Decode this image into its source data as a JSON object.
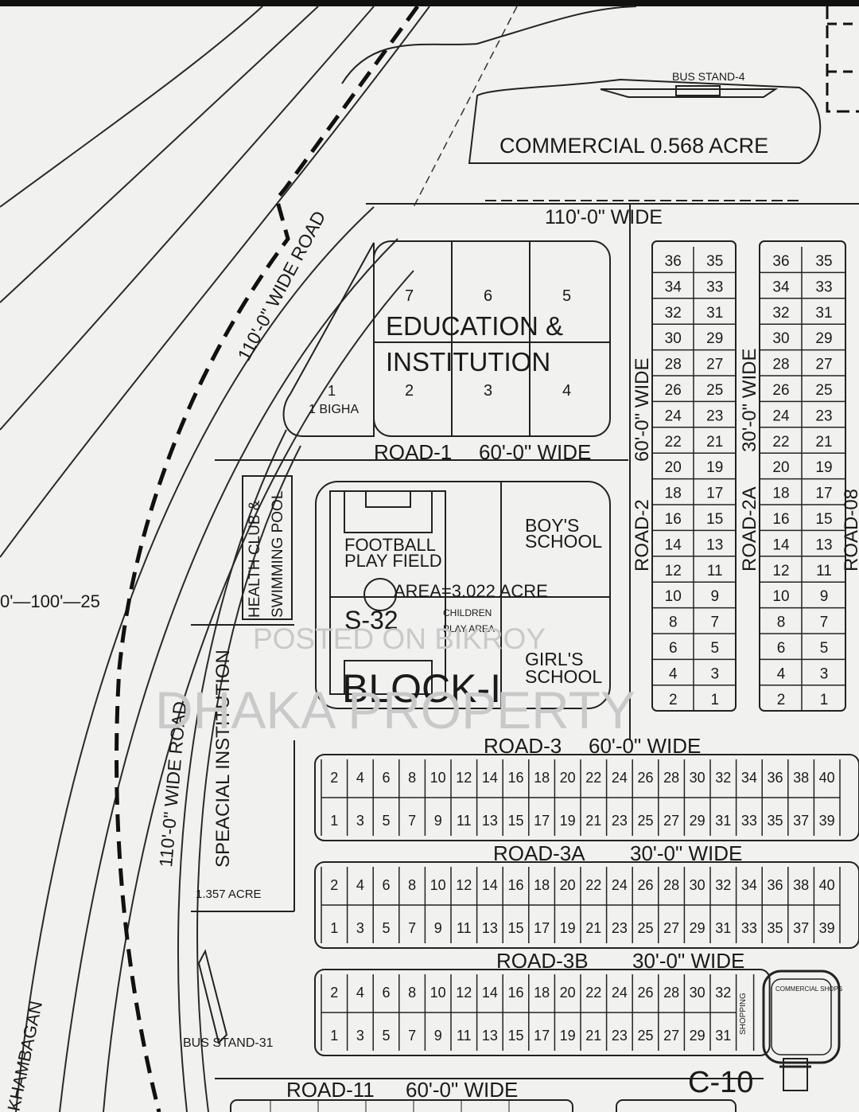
{
  "colors": {
    "background": "#f1f1f0",
    "line": "#1f1f1f",
    "watermark": "#c9c9c9"
  },
  "labels": {
    "bus_stand_4": "BUS STAND-4",
    "commercial": "COMMERCIAL 0.568 ACRE",
    "top_road": "110'-0\" WIDE",
    "diag_road": "110'-0\" WIDE ROAD",
    "left_road": "110'-0\" WIDE ROAD",
    "education_1": "EDUCATION &",
    "education_2": "INSTITUTION",
    "bigha": "1 BIGHA",
    "road1": "ROAD-1",
    "road1_w": "60'-0\" WIDE",
    "road2": "ROAD-2",
    "road2_w": "60'-0\" WIDE",
    "road2a": "ROAD-2A",
    "road2a_w": "30'-0\" WIDE",
    "road08": "ROAD-08",
    "health_1": "HEALTH CLUB &",
    "health_2": "SWIMMING POOL",
    "football_1": "FOOTBALL",
    "football_2": "PLAY FIELD",
    "area": "AREA=3.022 ACRE",
    "s32": "S-32",
    "children_1": "CHILDREN",
    "children_2": "PLAY AREA",
    "boys_1": "BOY'S",
    "boys_2": "SCHOOL",
    "girls_1": "GIRL'S",
    "girls_2": "SCHOOL",
    "block": "BLOCK-I",
    "dim": "0'—100'—25",
    "special": "SPEACIAL INSTITUTION",
    "acre": "1.357 ACRE",
    "road3": "ROAD-3",
    "road3_w": "60'-0\" WIDE",
    "road3a": "ROAD-3A",
    "road3a_w": "30'-0\" WIDE",
    "road3b": "ROAD-3B",
    "road3b_w": "30'-0\" WIDE",
    "bus_stand_31": "BUS STAND-31",
    "commercial_shops": "COMMERCIAL SHOPS",
    "c10": "C-10",
    "road11": "ROAD-11",
    "road11_w": "60'-0\" WIDE",
    "shopping": "SHOPPING",
    "kabanabag": "KHAMBAGAN"
  },
  "watermarks": {
    "posted": "POSTED ON BIKROY",
    "dhaka": "DHAKA PROPERTY"
  },
  "education_plots": {
    "top": [
      "7",
      "6",
      "5"
    ],
    "bottom": [
      "2",
      "3",
      "4"
    ],
    "corner": "1"
  },
  "column_a_plots": [
    [
      "36",
      "35"
    ],
    [
      "34",
      "33"
    ],
    [
      "32",
      "31"
    ],
    [
      "30",
      "29"
    ],
    [
      "28",
      "27"
    ],
    [
      "26",
      "25"
    ],
    [
      "24",
      "23"
    ],
    [
      "22",
      "21"
    ],
    [
      "20",
      "19"
    ],
    [
      "18",
      "17"
    ],
    [
      "16",
      "15"
    ],
    [
      "14",
      "13"
    ],
    [
      "12",
      "11"
    ],
    [
      "10",
      "9"
    ],
    [
      "8",
      "7"
    ],
    [
      "6",
      "5"
    ],
    [
      "4",
      "3"
    ],
    [
      "2",
      "1"
    ]
  ],
  "column_b_plots": [
    [
      "36",
      "35"
    ],
    [
      "34",
      "33"
    ],
    [
      "32",
      "31"
    ],
    [
      "30",
      "29"
    ],
    [
      "28",
      "27"
    ],
    [
      "26",
      "25"
    ],
    [
      "24",
      "23"
    ],
    [
      "22",
      "21"
    ],
    [
      "20",
      "19"
    ],
    [
      "18",
      "17"
    ],
    [
      "16",
      "15"
    ],
    [
      "14",
      "13"
    ],
    [
      "12",
      "11"
    ],
    [
      "10",
      "9"
    ],
    [
      "8",
      "7"
    ],
    [
      "6",
      "5"
    ],
    [
      "4",
      "3"
    ],
    [
      "2",
      "1"
    ]
  ],
  "row_blocks": [
    {
      "even": [
        "2",
        "4",
        "6",
        "8",
        "10",
        "12",
        "14",
        "16",
        "18",
        "20",
        "22",
        "24",
        "26",
        "28",
        "30",
        "32",
        "34",
        "36",
        "38",
        "40"
      ],
      "odd": [
        "1",
        "3",
        "5",
        "7",
        "9",
        "11",
        "13",
        "15",
        "17",
        "19",
        "21",
        "23",
        "25",
        "27",
        "29",
        "31",
        "33",
        "35",
        "37",
        "39"
      ]
    },
    {
      "even": [
        "2",
        "4",
        "6",
        "8",
        "10",
        "12",
        "14",
        "16",
        "18",
        "20",
        "22",
        "24",
        "26",
        "28",
        "30",
        "32",
        "34",
        "36",
        "38",
        "40"
      ],
      "odd": [
        "1",
        "3",
        "5",
        "7",
        "9",
        "11",
        "13",
        "15",
        "17",
        "19",
        "21",
        "23",
        "25",
        "27",
        "29",
        "31",
        "33",
        "35",
        "37",
        "39"
      ]
    },
    {
      "even": [
        "2",
        "4",
        "6",
        "8",
        "10",
        "12",
        "14",
        "16",
        "18",
        "20",
        "22",
        "24",
        "26",
        "28",
        "30",
        "32"
      ],
      "odd": [
        "1",
        "3",
        "5",
        "7",
        "9",
        "11",
        "13",
        "15",
        "17",
        "19",
        "21",
        "23",
        "25",
        "27",
        "29",
        "31"
      ]
    }
  ]
}
